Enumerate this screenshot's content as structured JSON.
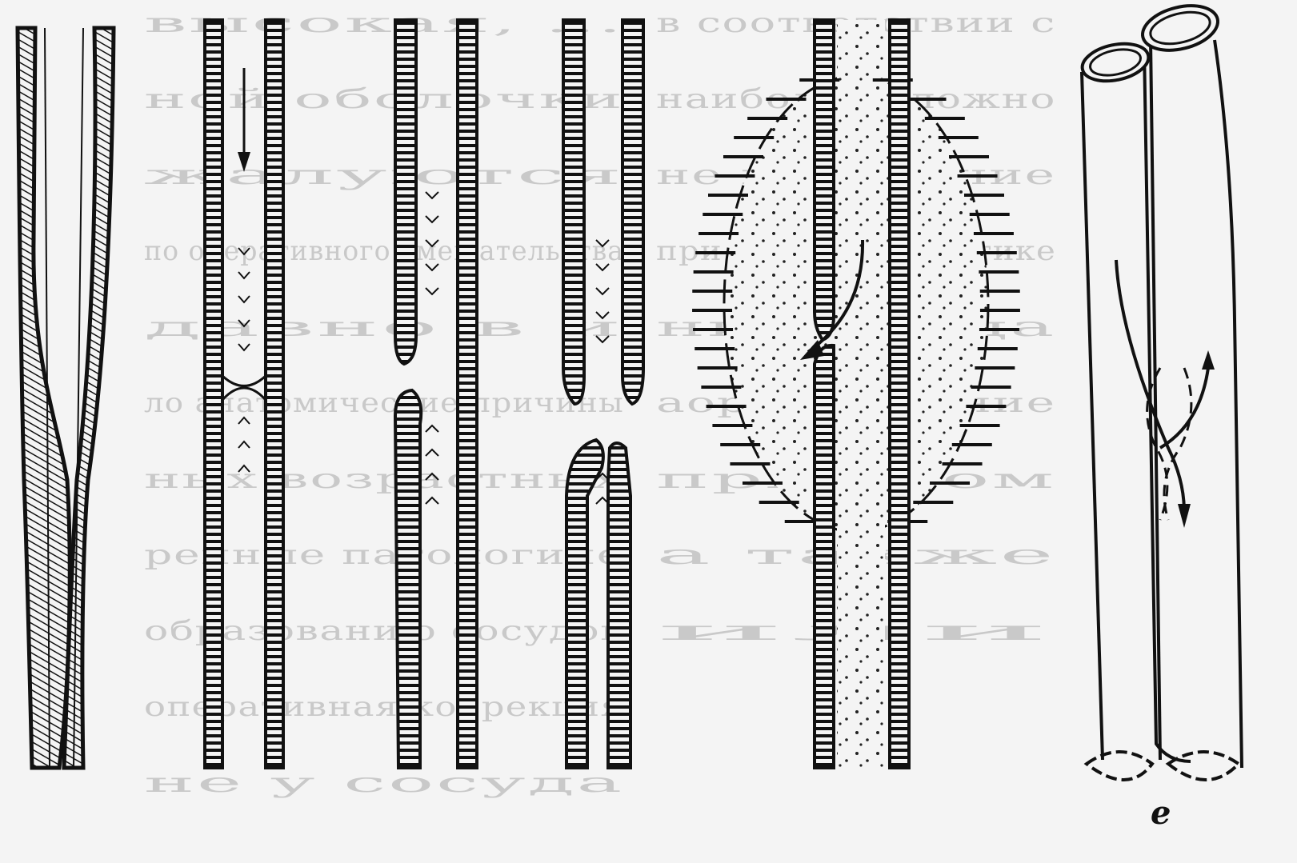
{
  "figure": {
    "panel_label_e": "е",
    "colors": {
      "ink": "#111111",
      "paper": "#f4f4f4",
      "ghost_text": "#c9c9c9"
    }
  },
  "bleed_text": [
    "высокая, ...",
    "ной оболочки",
    "жалуются",
    "по оперативного вмешательства",
    "давно в и",
    "ло анатомические причины",
    "ных возрастных",
    "ренные патологиче",
    "образованию сосудов",
    "оперативная коррекция",
    "не у сосуда",
    "в соответствии с",
    "наиболее сложно",
    "не поражение",
    "при подобной тактике",
    "ни сосуда",
    "аорты лечение",
    "при этом",
    "а также",
    "или"
  ]
}
